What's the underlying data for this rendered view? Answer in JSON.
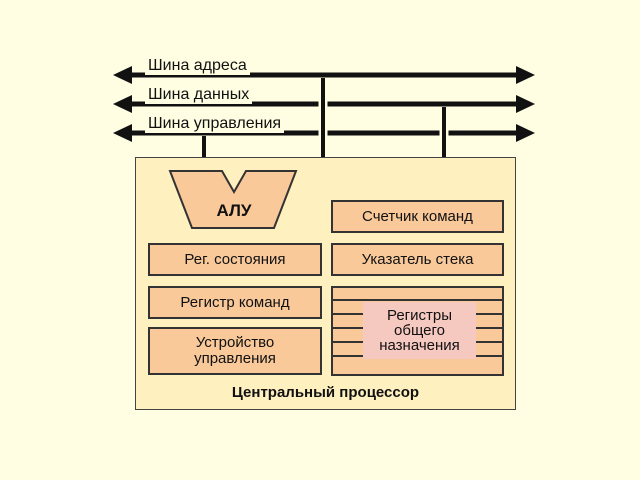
{
  "buses": [
    {
      "label": "Шина адреса"
    },
    {
      "label": "Шина данных"
    },
    {
      "label": "Шина управления"
    }
  ],
  "cpu": {
    "title": "Центральный процессор",
    "alu": "АЛУ",
    "program_counter": "Счетчик команд",
    "status_register": "Рег. состояния",
    "stack_pointer": "Указатель стека",
    "instruction_register": "Регистр команд",
    "control_unit": "Устройство управления",
    "general_registers": "Регистры общего назначения"
  },
  "colors": {
    "background": "#fffde2",
    "cpu_fill": "#fff0bf",
    "block_fill": "#f9c99a",
    "gp_label_fill": "#f5c8c0",
    "line": "#111111"
  }
}
